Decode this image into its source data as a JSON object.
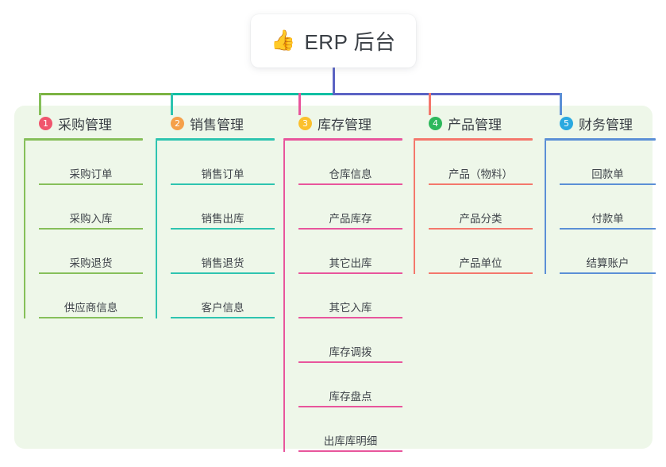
{
  "root": {
    "icon": "thumbs-up-emoji",
    "icon_glyph": "👍",
    "title": "ERP 后台"
  },
  "theme": {
    "panel_bg": "#eef7e9",
    "page_bg": "#ffffff",
    "text": "#3a3f45",
    "stem": "#5b63c4"
  },
  "connector_bar": {
    "segments": [
      {
        "name": "green-segment",
        "color": "#7cb342"
      },
      {
        "name": "teal-segment",
        "color": "#11bfa3"
      },
      {
        "name": "blue-segment",
        "color": "#5b63c4"
      }
    ]
  },
  "columns": [
    {
      "number": "1",
      "title": "采购管理",
      "badge_color": "#f0556d",
      "line_color": "#86bf5a",
      "drop_color": "#86bf5a",
      "items": [
        "采购订单",
        "采购入库",
        "采购退货",
        "供应商信息"
      ]
    },
    {
      "number": "2",
      "title": "销售管理",
      "badge_color": "#f5a04a",
      "line_color": "#2ec4b0",
      "drop_color": "#2ec4b0",
      "items": [
        "销售订单",
        "销售出库",
        "销售退货",
        "客户信息"
      ]
    },
    {
      "number": "3",
      "title": "库存管理",
      "badge_color": "#fbc02d",
      "line_color": "#e8559c",
      "drop_color": "#e8559c",
      "items": [
        "仓库信息",
        "产品库存",
        "其它出库",
        "其它入库",
        "库存调拨",
        "库存盘点",
        "出库库明细"
      ]
    },
    {
      "number": "4",
      "title": "产品管理",
      "badge_color": "#2eb85c",
      "line_color": "#f4776c",
      "drop_color": "#f4776c",
      "items": [
        "产品（物料）",
        "产品分类",
        "产品单位"
      ]
    },
    {
      "number": "5",
      "title": "财务管理",
      "badge_color": "#2aa9e0",
      "line_color": "#5b8fd6",
      "drop_color": "#5b8fd6",
      "items": [
        "回款单",
        "付款单",
        "结算账户"
      ]
    }
  ]
}
